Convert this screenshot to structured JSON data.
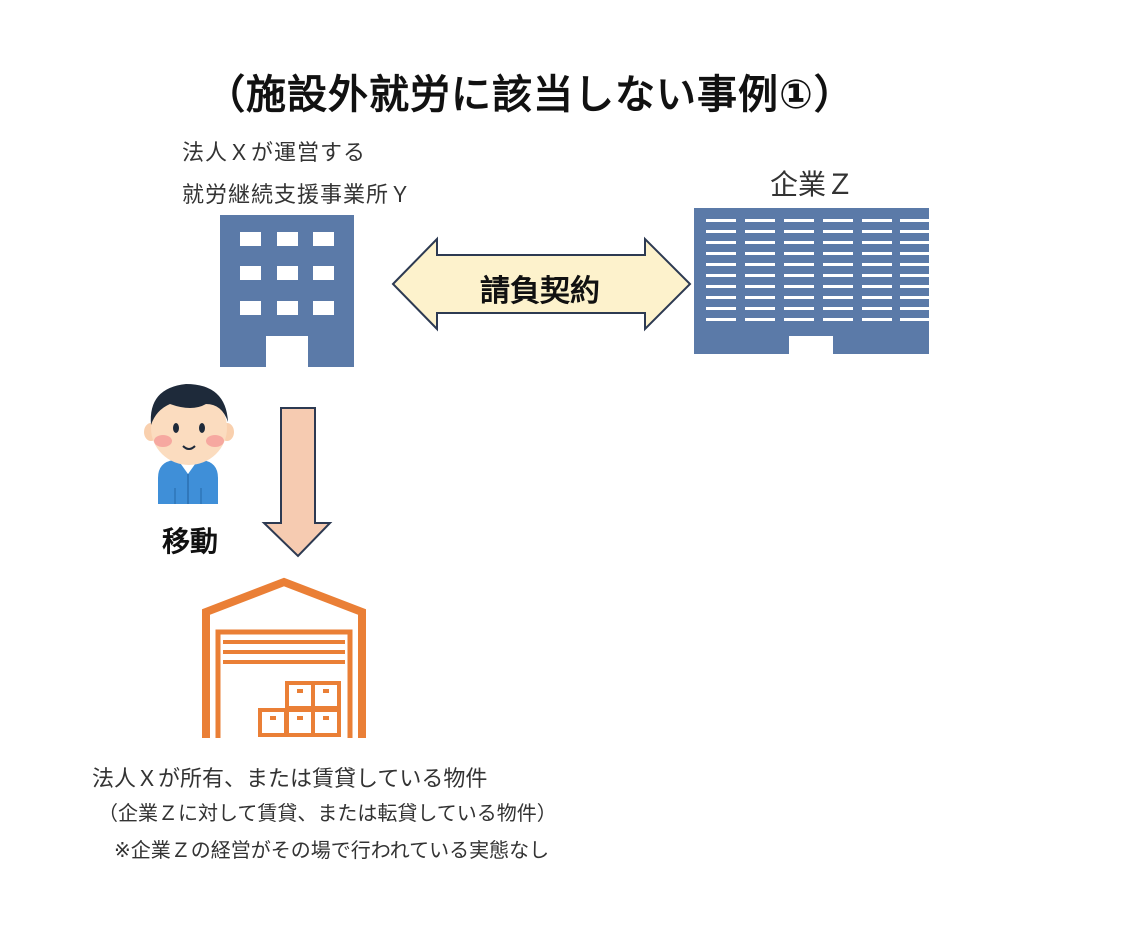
{
  "title": "（施設外就労に該当しない事例①）",
  "office": {
    "label_line1": "法人Ｘが運営する",
    "label_line2": "就労継続支援事業所Ｙ"
  },
  "company": {
    "label": "企業Ｚ"
  },
  "contract": {
    "label": "請負契約"
  },
  "movement": {
    "label": "移動"
  },
  "property": {
    "line1": "法人Ｘが所有、または賃貸している物件",
    "line2": "（企業Ｚに対して賃貸、または転貸している物件）",
    "note": "※企業Ｚの経営がその場で行われている実態なし"
  },
  "colors": {
    "building": "#5b7aa8",
    "arrow_fill": "#fdf2cc",
    "arrow_stroke": "#2d3a52",
    "down_arrow_fill": "#f6cbb1",
    "warehouse": "#ea7f36"
  },
  "icons": [
    "office-building-icon",
    "company-building-icon",
    "worker-person-icon",
    "warehouse-icon"
  ]
}
